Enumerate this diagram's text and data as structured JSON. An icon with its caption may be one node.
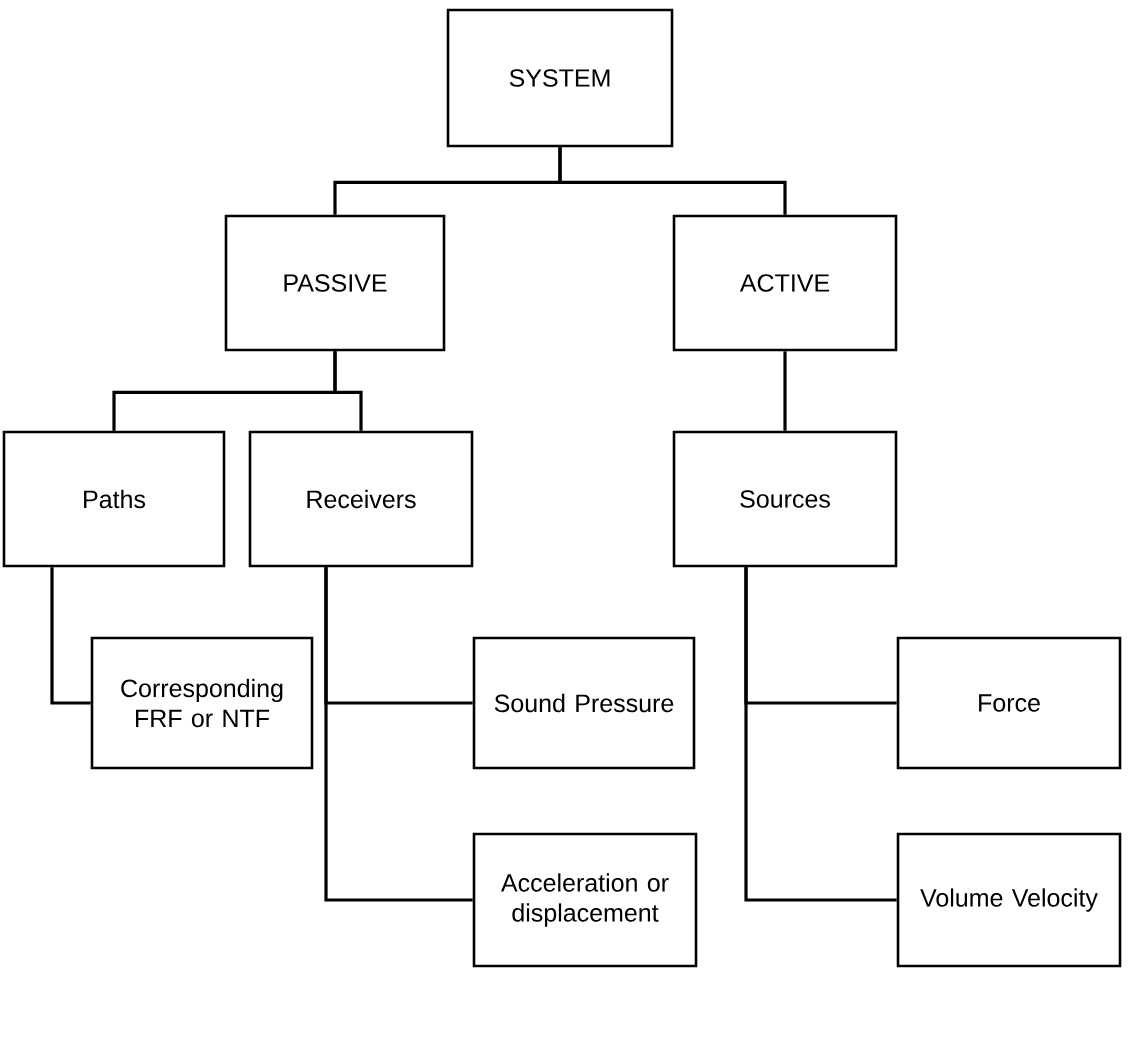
{
  "diagram": {
    "nodes": [
      {
        "text": [
          "SYSTEM"
        ]
      },
      {
        "text": [
          "PASSIVE"
        ]
      },
      {
        "text": [
          "ACTIVE"
        ]
      },
      {
        "text": [
          "Paths"
        ]
      },
      {
        "text": [
          "Receivers"
        ]
      },
      {
        "text": [
          "Sources"
        ]
      },
      {
        "text": [
          "Corresponding FRF or NTF"
        ]
      },
      {
        "text": [
          "Sound Pressure"
        ]
      },
      {
        "text": [
          "Acceleration or displacement"
        ]
      },
      {
        "text": [
          "Force"
        ]
      },
      {
        "text": [
          "Volume Velocity"
        ]
      }
    ],
    "edges": [
      {
        "from": 0,
        "to": 1,
        "arrow": "none"
      },
      {
        "from": 0,
        "to": 2,
        "arrow": "none"
      },
      {
        "from": 1,
        "to": 3,
        "arrow": "none"
      },
      {
        "from": 1,
        "to": 4,
        "arrow": "none"
      },
      {
        "from": 2,
        "to": 5,
        "arrow": "none"
      },
      {
        "from": 3,
        "to": 6,
        "arrow": "none"
      },
      {
        "from": 4,
        "to": 7,
        "arrow": "none"
      },
      {
        "from": 4,
        "to": 8,
        "arrow": "none"
      },
      {
        "from": 5,
        "to": 9,
        "arrow": "none"
      },
      {
        "from": 5,
        "to": 10,
        "arrow": "none"
      }
    ]
  }
}
